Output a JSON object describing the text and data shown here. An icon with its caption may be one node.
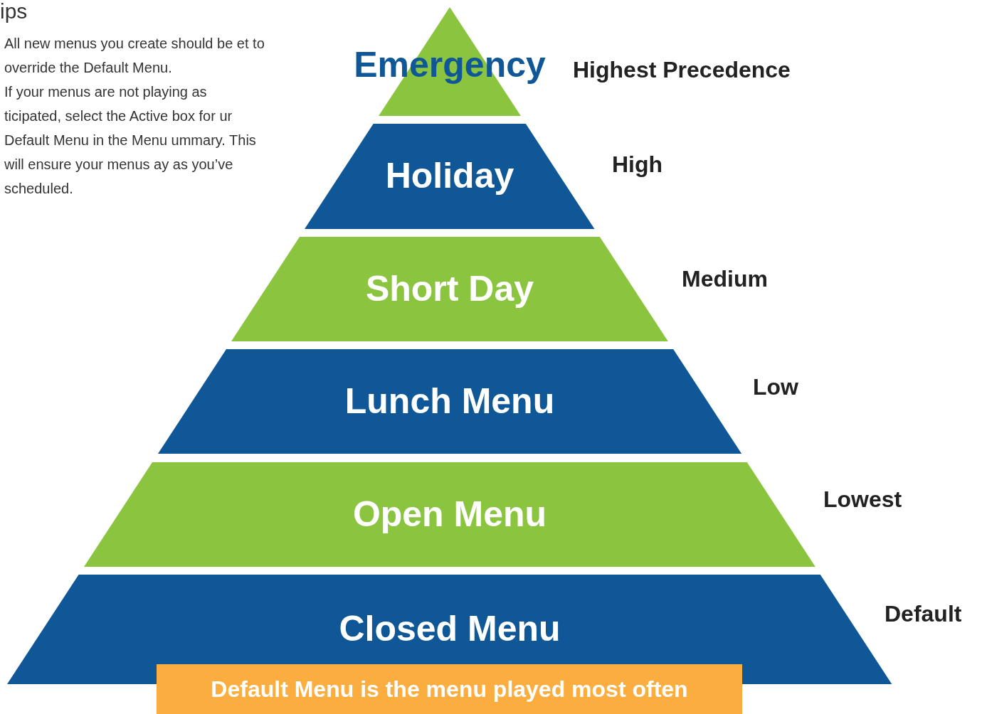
{
  "diagram": {
    "nodes": [
      {
        "text": [
          "Emergency"
        ],
        "beside": [
          "Highest Precedence"
        ]
      },
      {
        "text": [
          "Holiday"
        ],
        "beside": [
          "High"
        ]
      },
      {
        "text": [
          "Short Day"
        ],
        "beside": [
          "Medium"
        ]
      },
      {
        "text": [
          "Lunch Menu"
        ],
        "beside": [
          "Low"
        ]
      },
      {
        "text": [
          "Open Menu"
        ],
        "beside": [
          "Lowest"
        ]
      },
      {
        "text": [
          "Closed Menu"
        ],
        "beside": [
          "Default"
        ]
      },
      {
        "text": [
          "Default Menu is the menu played most often"
        ]
      }
    ],
    "labels": [
      "ips",
      "All new menus you create should be et to override the Default Menu.",
      "If your menus are not playing as ticipated, select the Active box for ur Default Menu in the Menu ummary. This will ensure your menus ay as you’ve scheduled."
    ]
  }
}
